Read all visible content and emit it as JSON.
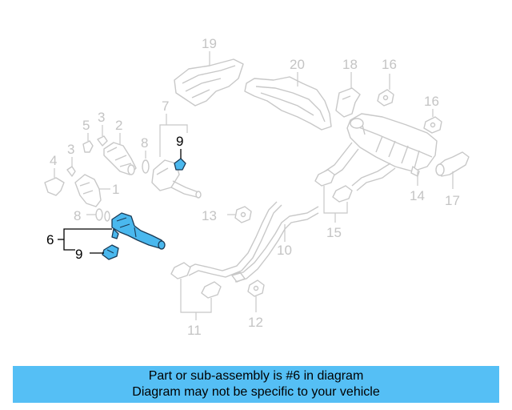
{
  "diagram": {
    "callouts": {
      "c1": "1",
      "c2": "2",
      "c3a": "3",
      "c3b": "3",
      "c4": "4",
      "c5": "5",
      "c6": "6",
      "c7": "7",
      "c8a": "8",
      "c8b": "8",
      "c9a": "9",
      "c9b": "9",
      "c10": "10",
      "c11": "11",
      "c12": "12",
      "c13": "13",
      "c14": "14",
      "c15": "15",
      "c16a": "16",
      "c16b": "16",
      "c17": "17",
      "c18": "18",
      "c19": "19",
      "c20": "20"
    },
    "highlighted_part": "6",
    "highlight_color": "#4ab8ee"
  },
  "footer": {
    "line1": "Part or sub-assembly is #6 in diagram",
    "line2": "Diagram may not be specific to your vehicle",
    "background": "#55bff5"
  }
}
